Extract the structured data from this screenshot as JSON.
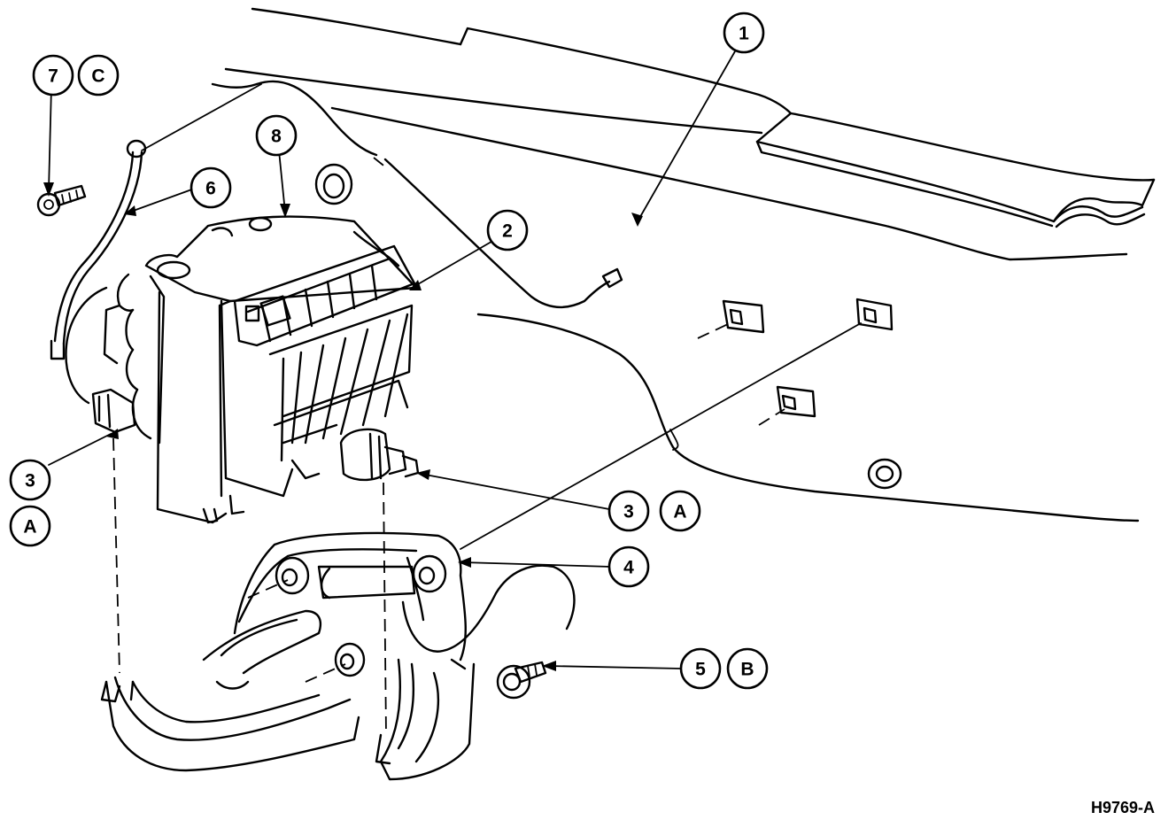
{
  "figure_id": "H9769-A",
  "callouts": {
    "c1": "1",
    "c2": "2",
    "c3a": "3",
    "c3a_ref": "A",
    "c3b": "3",
    "c3b_ref": "A",
    "c4": "4",
    "c5": "5",
    "c5_ref": "B",
    "c6": "6",
    "c7": "7",
    "c7_ref": "C",
    "c8": "8"
  }
}
